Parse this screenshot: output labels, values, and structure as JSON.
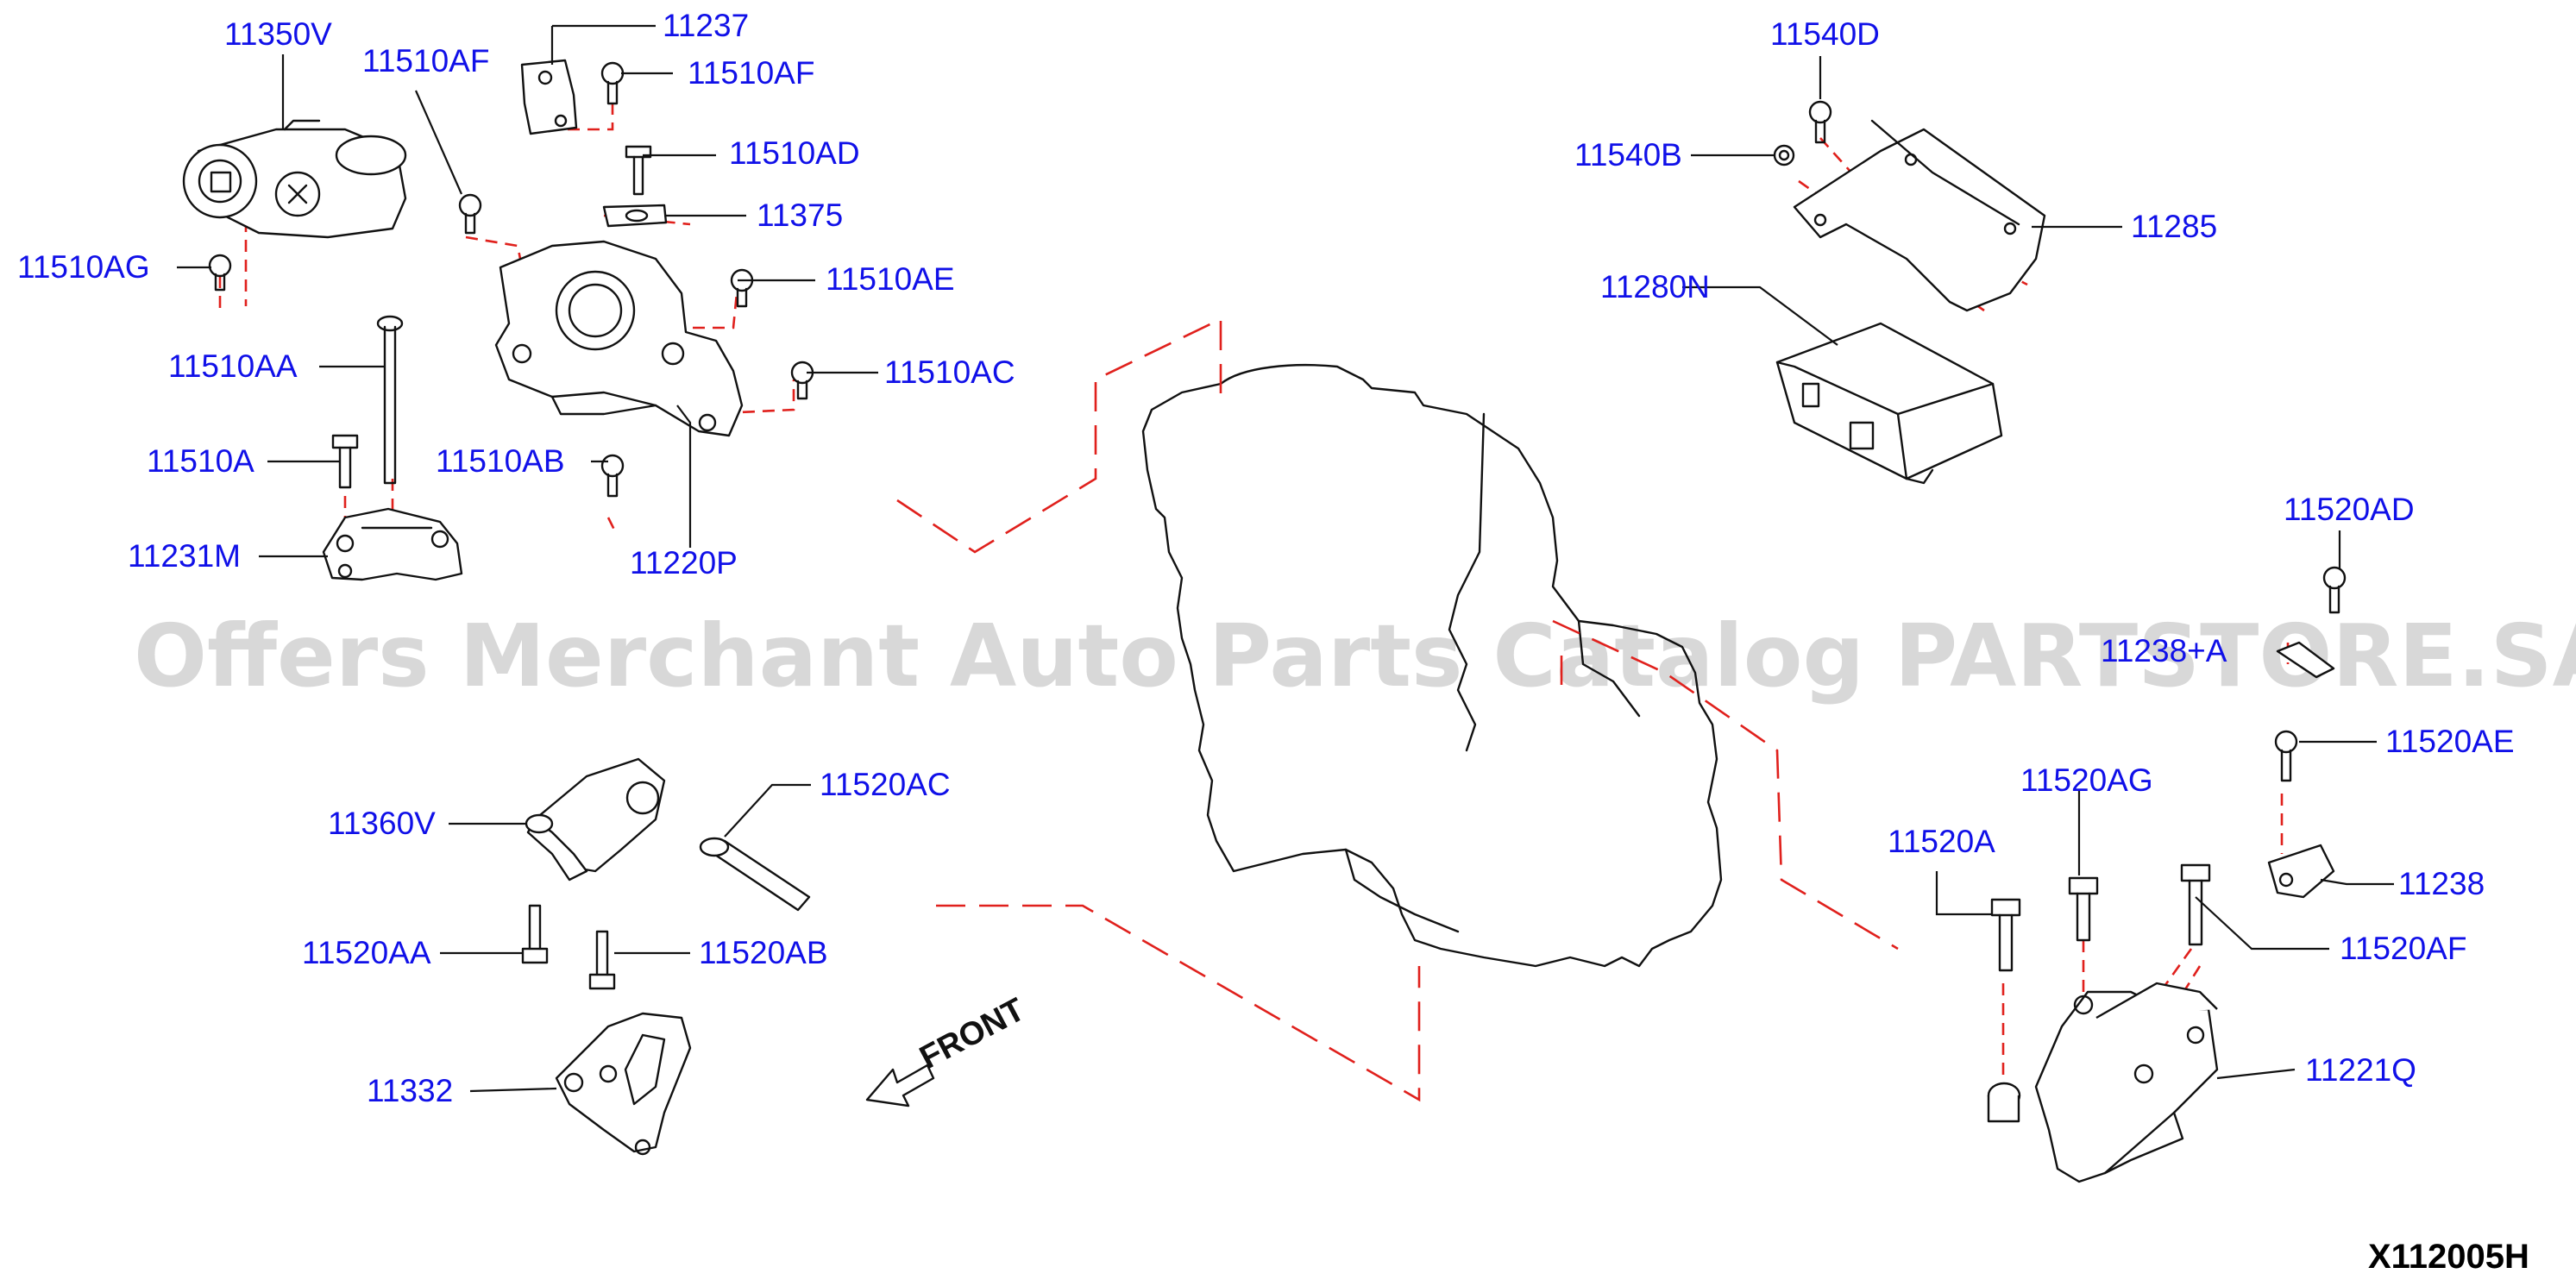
{
  "diagram": {
    "drawing_code": "X112005H",
    "watermark": "Offers Merchant Auto Parts Catalog PARTSTORE.SA",
    "front_label": "FRONT",
    "colors": {
      "label": "#1010e8",
      "phantom_line": "#e0201c",
      "ink": "#111111"
    },
    "part_labels": {
      "p11350V": "11350V",
      "p11510AF_a": "11510AF",
      "p11237": "11237",
      "p11510AF_b": "11510AF",
      "p11510AD": "11510AD",
      "p11375": "11375",
      "p11510AG": "11510AG",
      "p11510AE": "11510AE",
      "p11510AA": "11510AA",
      "p11510AC": "11510AC",
      "p11510A": "11510A",
      "p11510AB": "11510AB",
      "p11231M": "11231M",
      "p11220P": "11220P",
      "p11540D": "11540D",
      "p11540B": "11540B",
      "p11285": "11285",
      "p11280N": "11280N",
      "p11520AD": "11520AD",
      "p11238A": "11238+A",
      "p11520AE": "11520AE",
      "p11360V": "11360V",
      "p11520AC": "11520AC",
      "p11520AG": "11520AG",
      "p11520A": "11520A",
      "p11238": "11238",
      "p11520AA": "11520AA",
      "p11520AB": "11520AB",
      "p11520AF": "11520AF",
      "p11332": "11332",
      "p11221Q": "11221Q"
    }
  }
}
